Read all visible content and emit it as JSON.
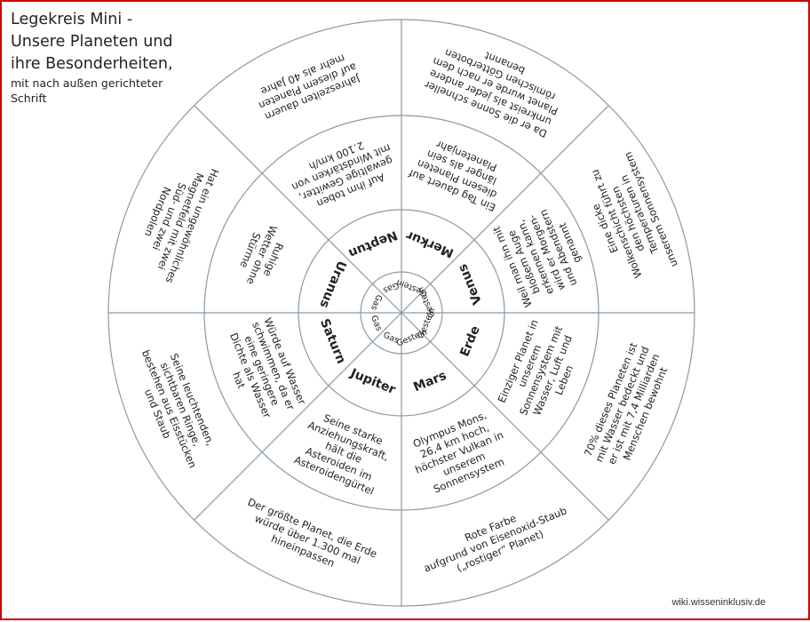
{
  "title": {
    "lines": [
      "Legekreis Mini -",
      "Unsere Planeten und",
      "ihre Besonderheiten,"
    ],
    "subtitle_lines": [
      "mit nach außen gerichteter",
      "Schrift"
    ]
  },
  "credit": "wiki.wisseninklusiv.de",
  "colors": {
    "border": "#cc0000",
    "lines": "#8a9aa8",
    "text": "#222222"
  },
  "planets": [
    {
      "name": "Merkur",
      "type": "Gestein",
      "feature": [
        "Ein Tag dauert auf",
        "diesem Planeten",
        "länger als sein",
        "Planetenjahr"
      ],
      "fact": [
        "Da er die Sonne schneller",
        "umkreist als jeder andere",
        "Planet wurde er nach dem",
        "römischen Götterboten",
        "benannt"
      ]
    },
    {
      "name": "Venus",
      "type": "Gestein",
      "feature": [
        "Weil man ihn mit",
        "bloßem Auge",
        "erkennen kann,",
        "wird er Morgen-",
        "und Abendstern",
        "genannt"
      ],
      "fact": [
        "Eine dicke",
        "Wolkenschicht führt zu",
        "den höchsten",
        "Temperaturen in",
        "unserem Sonnensystem"
      ]
    },
    {
      "name": "Erde",
      "type": "Gestein",
      "feature": [
        "Einziger Planet in",
        "unserem",
        "Sonnensystem mit",
        "Wasser, Luft und",
        "Leben"
      ],
      "fact": [
        "70% dieses Planeten ist",
        "mit Wasser bedeckt und",
        "er ist mit 7,4 Milliarden",
        "Menschen bewohnt"
      ]
    },
    {
      "name": "Mars",
      "type": "Gestein",
      "feature": [
        "Olympus Mons,",
        "26,4 km hoch,",
        "höchster Vulkan in",
        "unserem",
        "Sonnensystem"
      ],
      "fact": [
        "Rote Farbe",
        "aufgrund von Eisenoxid-Staub",
        "(„rostiger“ Planet)"
      ]
    },
    {
      "name": "Jupiter",
      "type": "Gas",
      "feature": [
        "Seine starke",
        "Anziehungskraft,",
        "hält die",
        "Asteroiden im",
        "Asteroidengürtel"
      ],
      "fact": [
        "Der größte Planet, die Erde",
        "würde über 1.300 mal",
        "hineinpassen"
      ]
    },
    {
      "name": "Saturn",
      "type": "Gas",
      "feature": [
        "Würde auf Wasser",
        "schwimmen, da er",
        "eine geringere",
        "Dichte als Wasser",
        "hat"
      ],
      "fact": [
        "Seine leuchtenden,",
        "sichtbaren Ringe,",
        "bestehen aus Eisstücken",
        "und Staub"
      ]
    },
    {
      "name": "Uranus",
      "type": "Gas",
      "feature": [
        "Ruhige",
        "Wetter ohne",
        "Stürme"
      ],
      "fact": [
        "Hat ein ungewöhnliches",
        "Magnetfeld mit zwei",
        "Süd- und zwei",
        "Nordpolen"
      ]
    },
    {
      "name": "Neptun",
      "type": "Gas",
      "feature": [
        "Auf ihm toben",
        "gewaltige Gewitter,",
        "mit Windstärken von",
        "2.100 km/h"
      ],
      "fact": [
        "Jahreszeiten dauern",
        "auf diesem Planeten",
        "mehr als 40 Jahre"
      ]
    }
  ]
}
